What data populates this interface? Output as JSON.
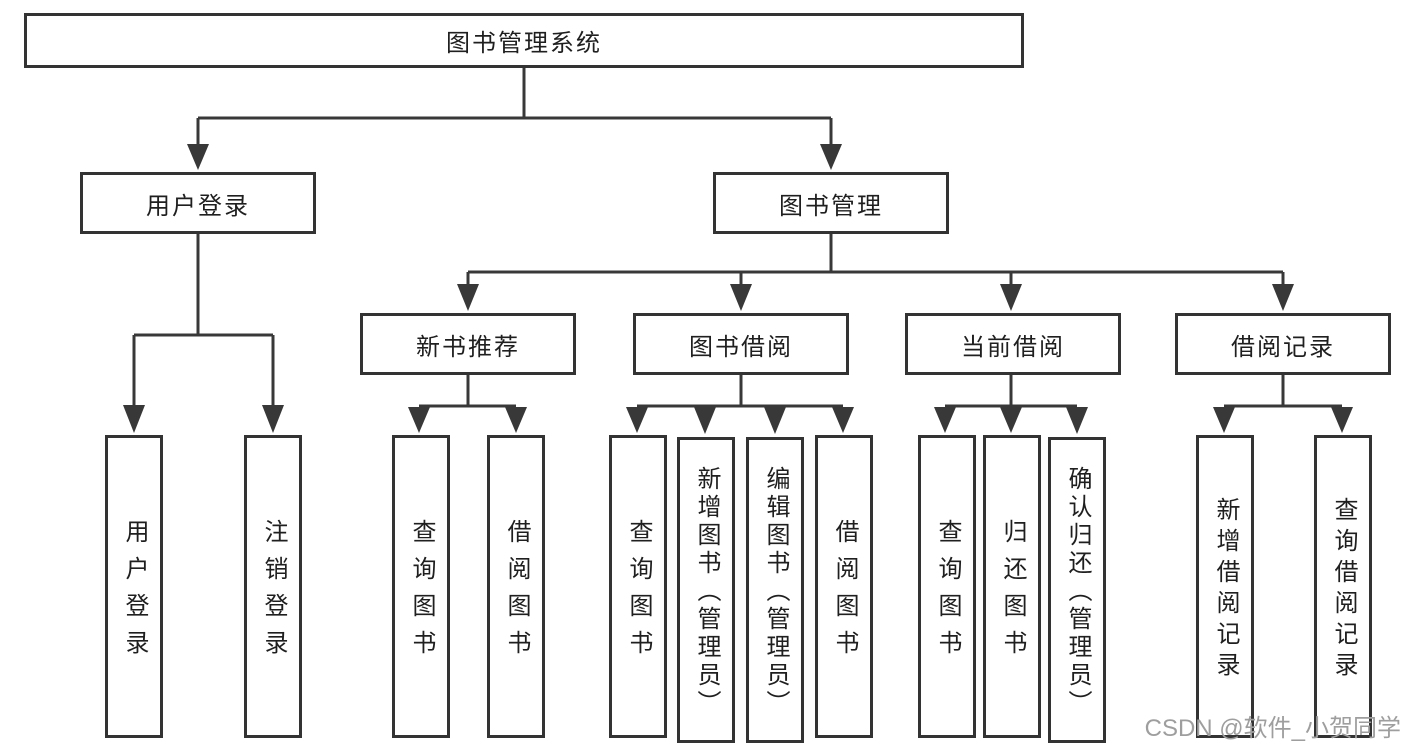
{
  "page": {
    "background": "#ffffff",
    "line_color": "#383838",
    "border_color": "#333333",
    "text_color": "#1f1f1f",
    "watermark_color": "#9e9e9e"
  },
  "watermark": {
    "text": "CSDN @软件_小贺同学"
  },
  "diagram": {
    "root": {
      "label": "图书管理系统"
    },
    "level2": {
      "user_login": {
        "label": "用户登录"
      },
      "book_management": {
        "label": "图书管理"
      }
    },
    "level3": {
      "new_book_recommend": {
        "label": "新书推荐"
      },
      "book_borrow": {
        "label": "图书借阅"
      },
      "current_borrow": {
        "label": "当前借阅"
      },
      "borrow_records": {
        "label": "借阅记录"
      }
    },
    "leaves": {
      "user_login": [
        "用户登录",
        "注销登录"
      ],
      "new_book_recommend": [
        "查询图书",
        "借阅图书"
      ],
      "book_borrow": [
        "查询图书",
        "新增图书（管理员）",
        "编辑图书（管理员）",
        "借阅图书"
      ],
      "current_borrow": [
        "查询图书",
        "归还图书",
        "确认归还（管理员）"
      ],
      "borrow_records": [
        "新增借阅记录",
        "查询借阅记录"
      ]
    }
  }
}
